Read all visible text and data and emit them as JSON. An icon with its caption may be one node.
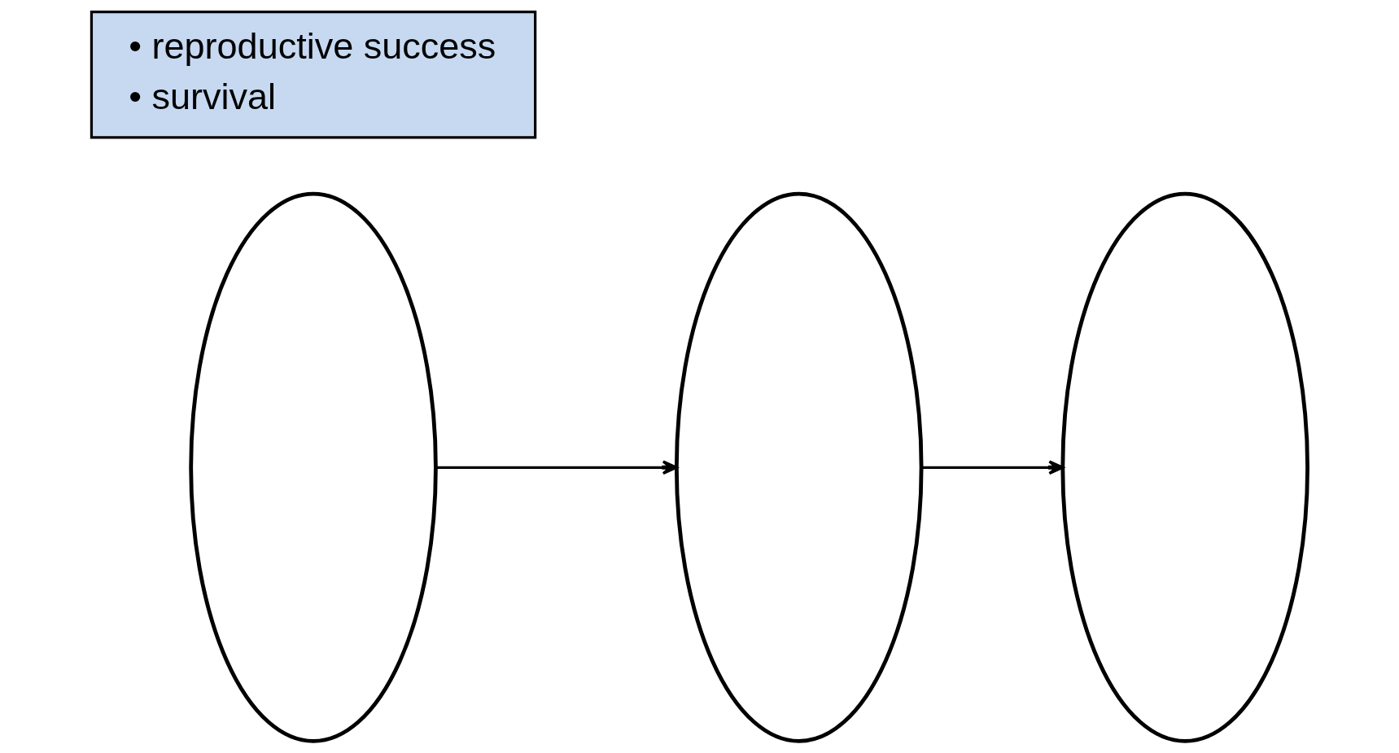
{
  "diagram": {
    "nodes": [
      {
        "text": [],
        "shape": "ellipse"
      },
      {
        "text": [],
        "shape": "ellipse"
      },
      {
        "text": [],
        "shape": "ellipse"
      },
      {
        "text": [
          "• reproductive success",
          "• survival"
        ]
      }
    ],
    "edges": [
      {
        "from": 0,
        "to": 1,
        "arrow": "to"
      },
      {
        "from": 1,
        "to": 2,
        "arrow": "to"
      }
    ]
  }
}
